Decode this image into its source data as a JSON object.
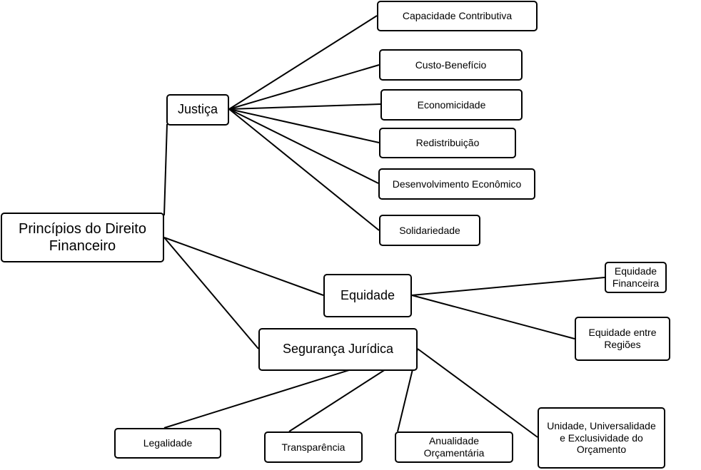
{
  "diagram": {
    "root": {
      "label": "Princípios do Direito Financeiro"
    },
    "branches": {
      "justica": {
        "label": "Justiça",
        "children": [
          "Capacidade Contributiva",
          "Custo-Benefício",
          "Economicidade",
          "Redistribuição",
          "Desenvolvimento Econômico",
          "Solidariedade"
        ]
      },
      "equidade": {
        "label": "Equidade",
        "children": [
          "Equidade\nFinanceira",
          "Equidade entre\nRegiões"
        ]
      },
      "seguranca": {
        "label": "Segurança Jurídica",
        "children": [
          "Legalidade",
          "Transparência",
          "Anualidade\nOrçamentária",
          "Unidade, Universalidade\ne Exclusividade do\nOrçamento"
        ]
      }
    },
    "colors": {
      "line": "#000000",
      "box_border": "#000000",
      "background": "#ffffff"
    }
  }
}
